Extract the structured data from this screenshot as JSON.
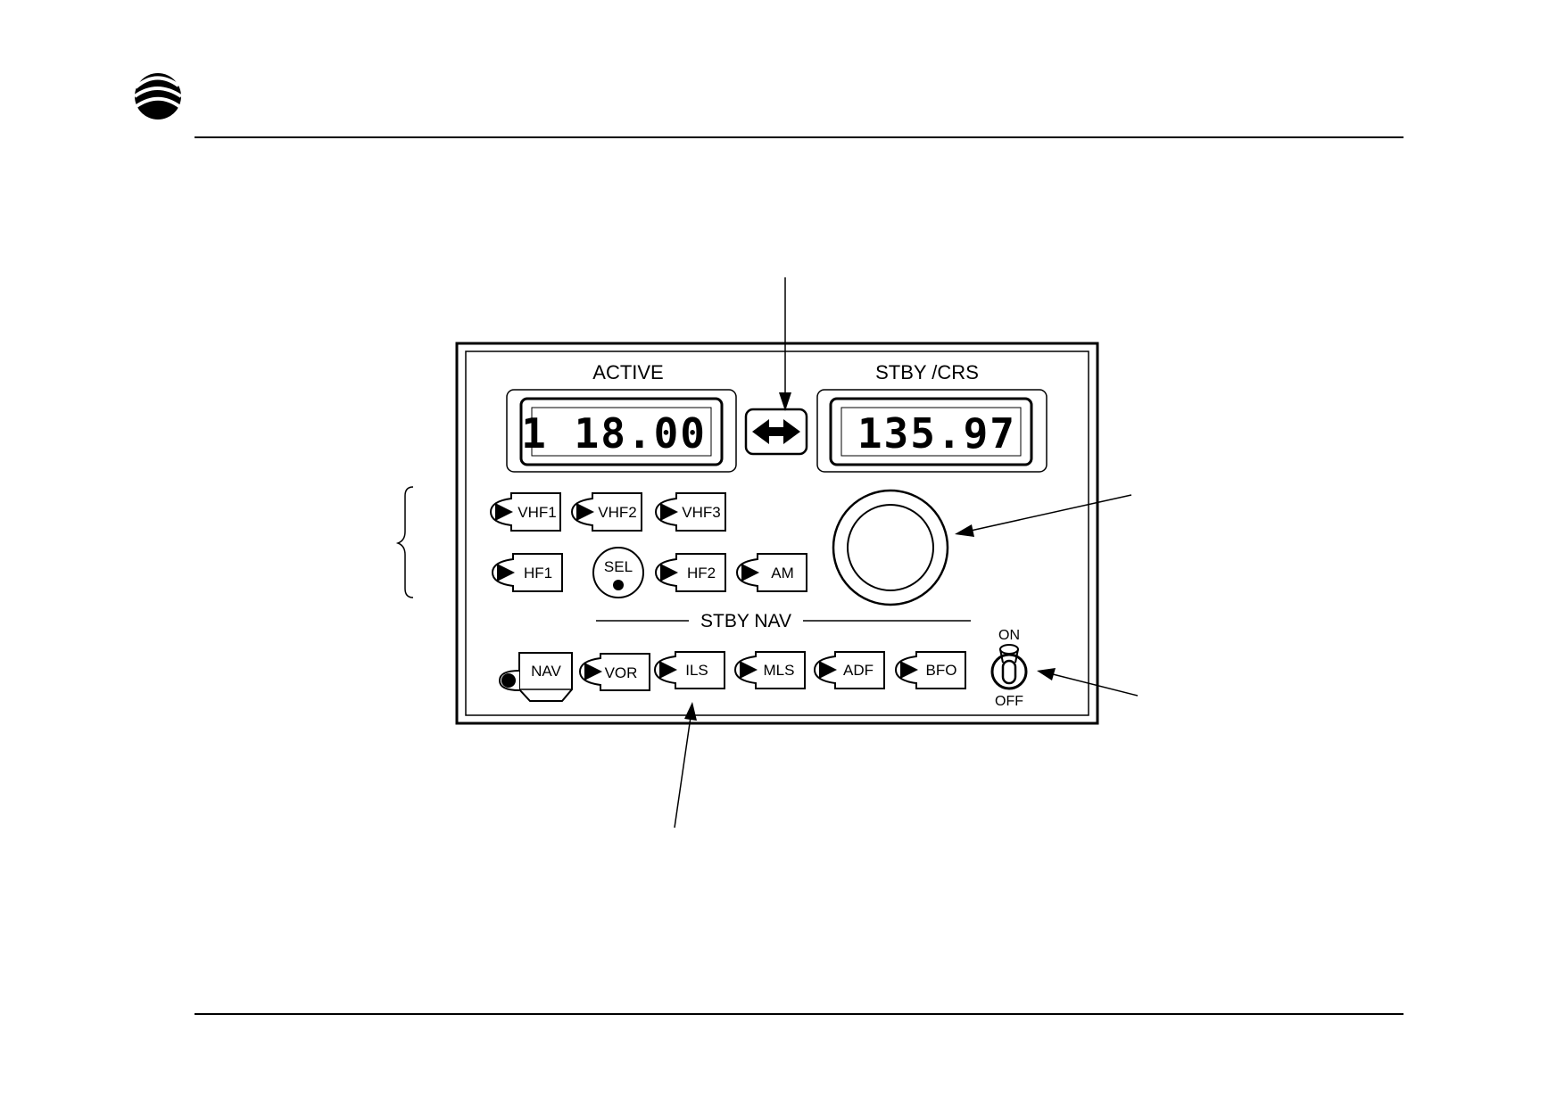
{
  "panel": {
    "active_label": "ACTIVE",
    "stby_label": "STBY /CRS",
    "active_freq": "1 18.00",
    "stby_freq": "135.97",
    "transfer_icon": "double-arrow-icon",
    "select_buttons": [
      "VHF1",
      "VHF2",
      "VHF3",
      "HF1",
      "HF2",
      "AM"
    ],
    "sel_label": "SEL",
    "stby_nav_label": "STBY NAV",
    "nav_buttons": [
      "NAV",
      "VOR",
      "ILS",
      "MLS",
      "ADF",
      "BFO"
    ],
    "switch_on": "ON",
    "switch_off": "OFF"
  },
  "logo": {
    "icon": "swirl-logo-icon"
  }
}
